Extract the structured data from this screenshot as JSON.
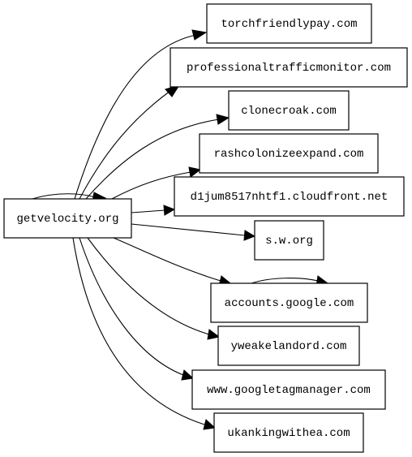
{
  "graph": {
    "source": {
      "id": "getvelocity",
      "label": "getvelocity.org"
    },
    "targets": [
      {
        "id": "torchfriendlypay",
        "label": "torchfriendlypay.com"
      },
      {
        "id": "professionaltrafficmonitor",
        "label": "professionaltrafficmonitor.com"
      },
      {
        "id": "clonecroak",
        "label": "clonecroak.com"
      },
      {
        "id": "rashcolonizeexpand",
        "label": "rashcolonizeexpand.com"
      },
      {
        "id": "cloudfront",
        "label": "d1jum8517nhtf1.cloudfront.net"
      },
      {
        "id": "sworg",
        "label": "s.w.org"
      },
      {
        "id": "accountsgoogle",
        "label": "accounts.google.com"
      },
      {
        "id": "yweakelandord",
        "label": "yweakelandord.com"
      },
      {
        "id": "googletagmanager",
        "label": "www.googletagmanager.com"
      },
      {
        "id": "ukankingwithea",
        "label": "ukankingwithea.com"
      }
    ],
    "edges": [
      {
        "from": "getvelocity",
        "to": "getvelocity",
        "self_loop": true
      },
      {
        "from": "getvelocity",
        "to": "torchfriendlypay"
      },
      {
        "from": "getvelocity",
        "to": "professionaltrafficmonitor"
      },
      {
        "from": "getvelocity",
        "to": "clonecroak"
      },
      {
        "from": "getvelocity",
        "to": "rashcolonizeexpand"
      },
      {
        "from": "getvelocity",
        "to": "cloudfront"
      },
      {
        "from": "getvelocity",
        "to": "sworg"
      },
      {
        "from": "getvelocity",
        "to": "accountsgoogle"
      },
      {
        "from": "accountsgoogle",
        "to": "accountsgoogle",
        "self_loop": true
      },
      {
        "from": "getvelocity",
        "to": "yweakelandord"
      },
      {
        "from": "getvelocity",
        "to": "googletagmanager"
      },
      {
        "from": "getvelocity",
        "to": "ukankingwithea"
      }
    ]
  }
}
